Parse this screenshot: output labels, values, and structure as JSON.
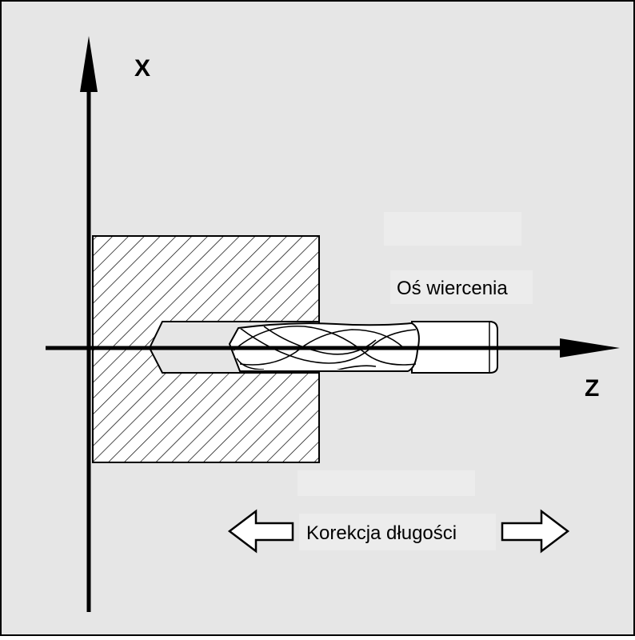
{
  "diagram": {
    "axis_x_label": "X",
    "axis_z_label": "Z",
    "drill_axis_label": "Oś wiercenia",
    "length_correction_label": "Korekcja długości",
    "colors": {
      "background": "#e6e6e6",
      "frame": "#000000",
      "axis": "#000000",
      "label_box": "#f0f0f0",
      "workpiece_hatch": "#000000"
    }
  }
}
